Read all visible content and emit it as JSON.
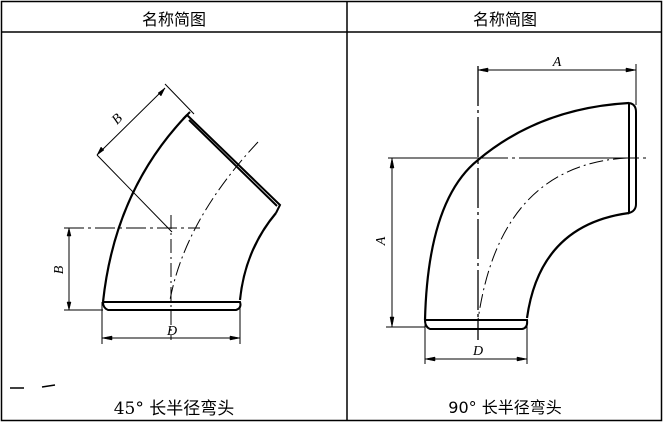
{
  "table": {
    "headers": [
      "名称简图",
      "名称简图"
    ],
    "captions": [
      "45° 长半径弯头",
      "90° 长半径弯头"
    ]
  },
  "diagrams": {
    "left": {
      "dim_labels": [
        "B",
        "B",
        "D"
      ]
    },
    "right": {
      "dim_labels": [
        "A",
        "A",
        "D"
      ]
    }
  },
  "colors": {
    "line": "#000000",
    "background": "#ffffff"
  }
}
